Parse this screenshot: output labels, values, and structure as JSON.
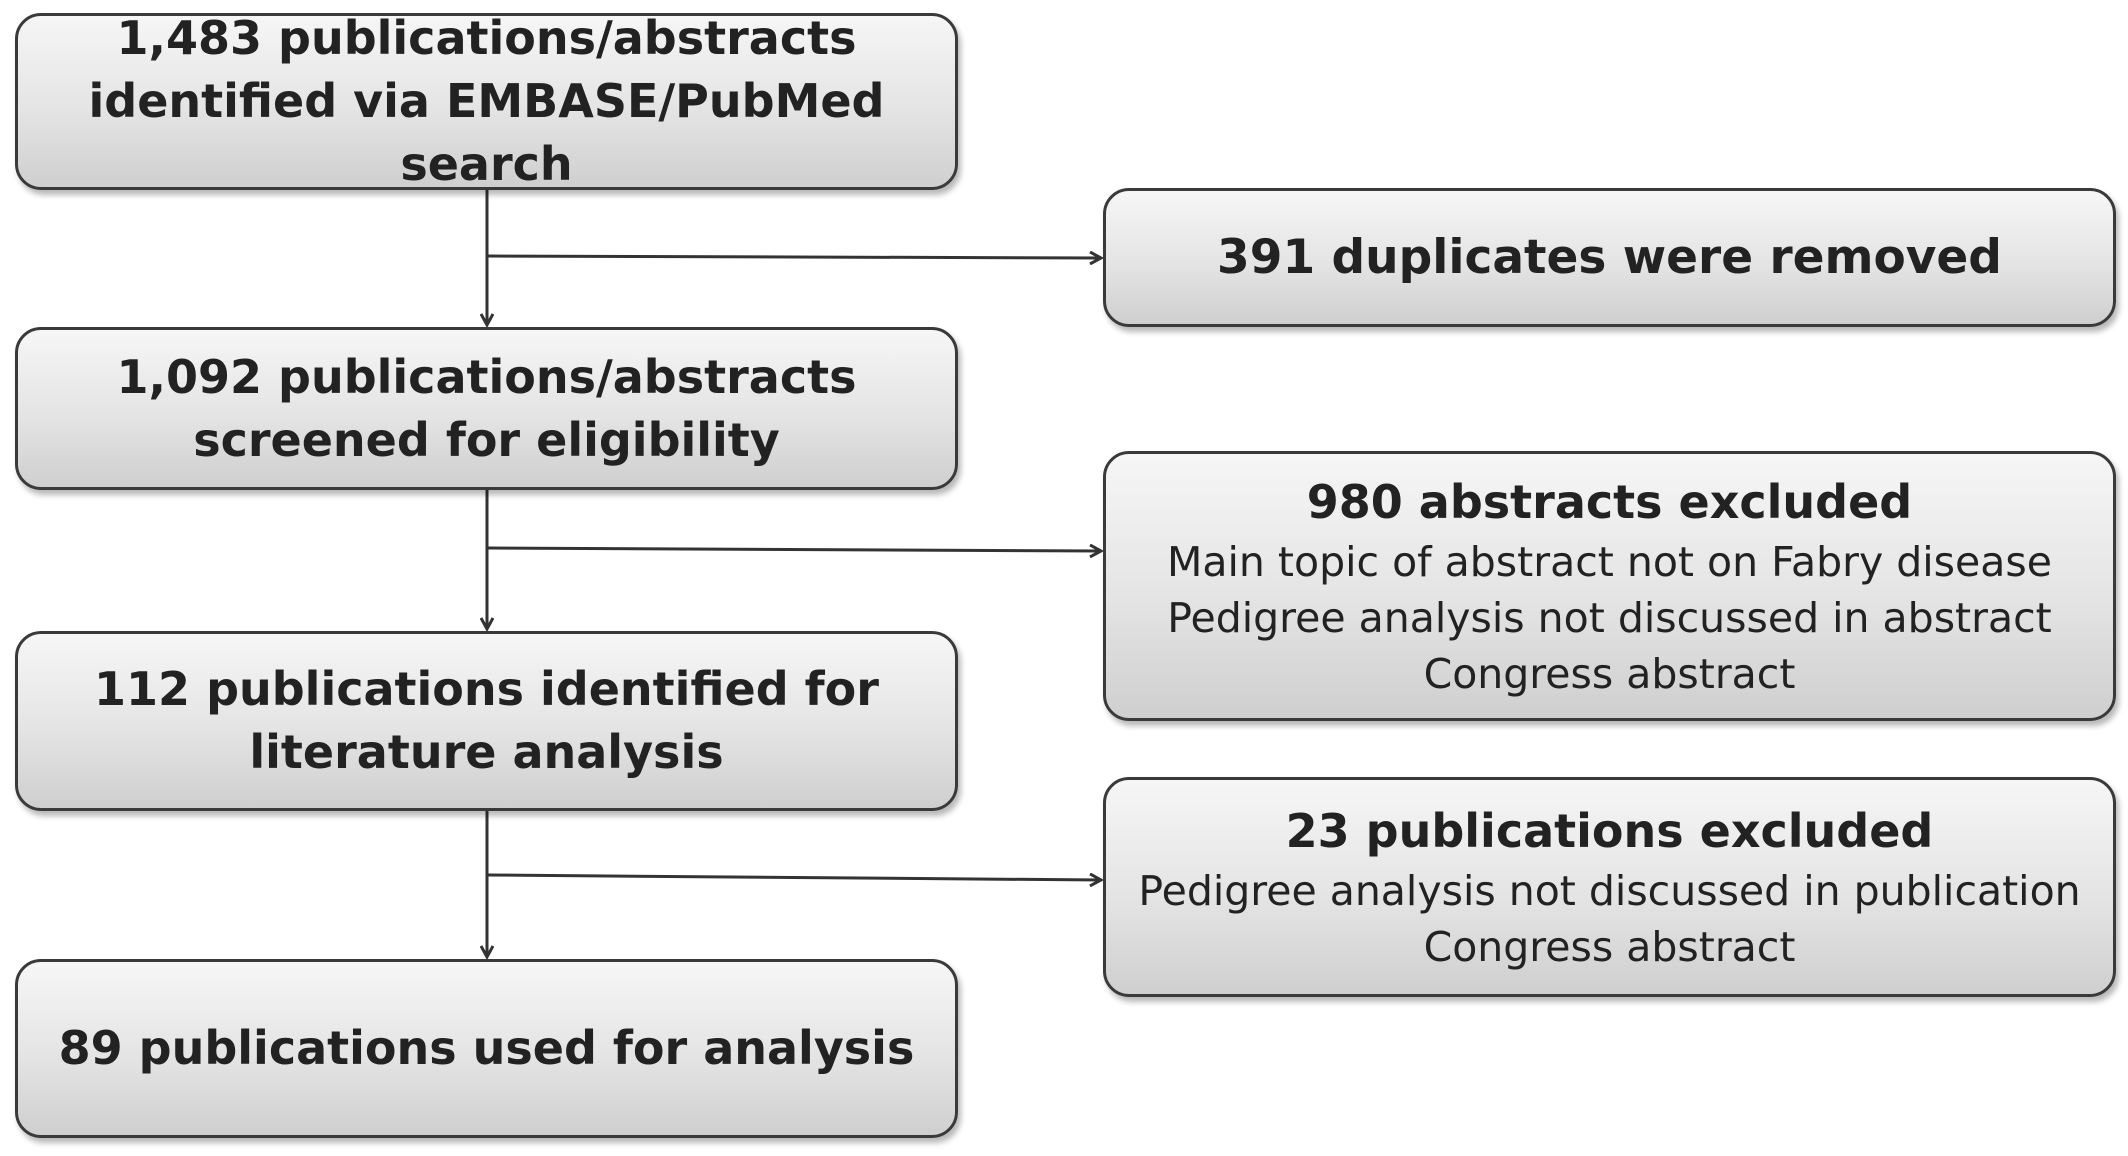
{
  "flow": {
    "step1": {
      "lines": [
        "1,483 publications/abstracts",
        "identified via EMBASE/PubMed search"
      ]
    },
    "step2": {
      "lines": [
        "1,092 publications/abstracts",
        "screened for eligibility"
      ]
    },
    "step3": {
      "lines": [
        "112 publications identified for",
        "literature analysis"
      ]
    },
    "step4": {
      "lines": [
        "89 publications used for analysis"
      ]
    }
  },
  "exclusions": {
    "duplicates": {
      "title": "391 duplicates were removed"
    },
    "abstracts": {
      "title": "980 abstracts excluded",
      "reasons": [
        "Main topic of abstract not on Fabry disease",
        "Pedigree analysis not discussed in abstract",
        "Congress abstract"
      ]
    },
    "publications": {
      "title": "23 publications excluded",
      "reasons": [
        "Pedigree analysis not discussed in publication",
        "Congress abstract"
      ]
    }
  },
  "colors": {
    "box_border": "#3a3a3a",
    "box_fill_top": "#f6f6f6",
    "box_fill_bottom": "#cfcfcf",
    "connector": "#333333"
  }
}
